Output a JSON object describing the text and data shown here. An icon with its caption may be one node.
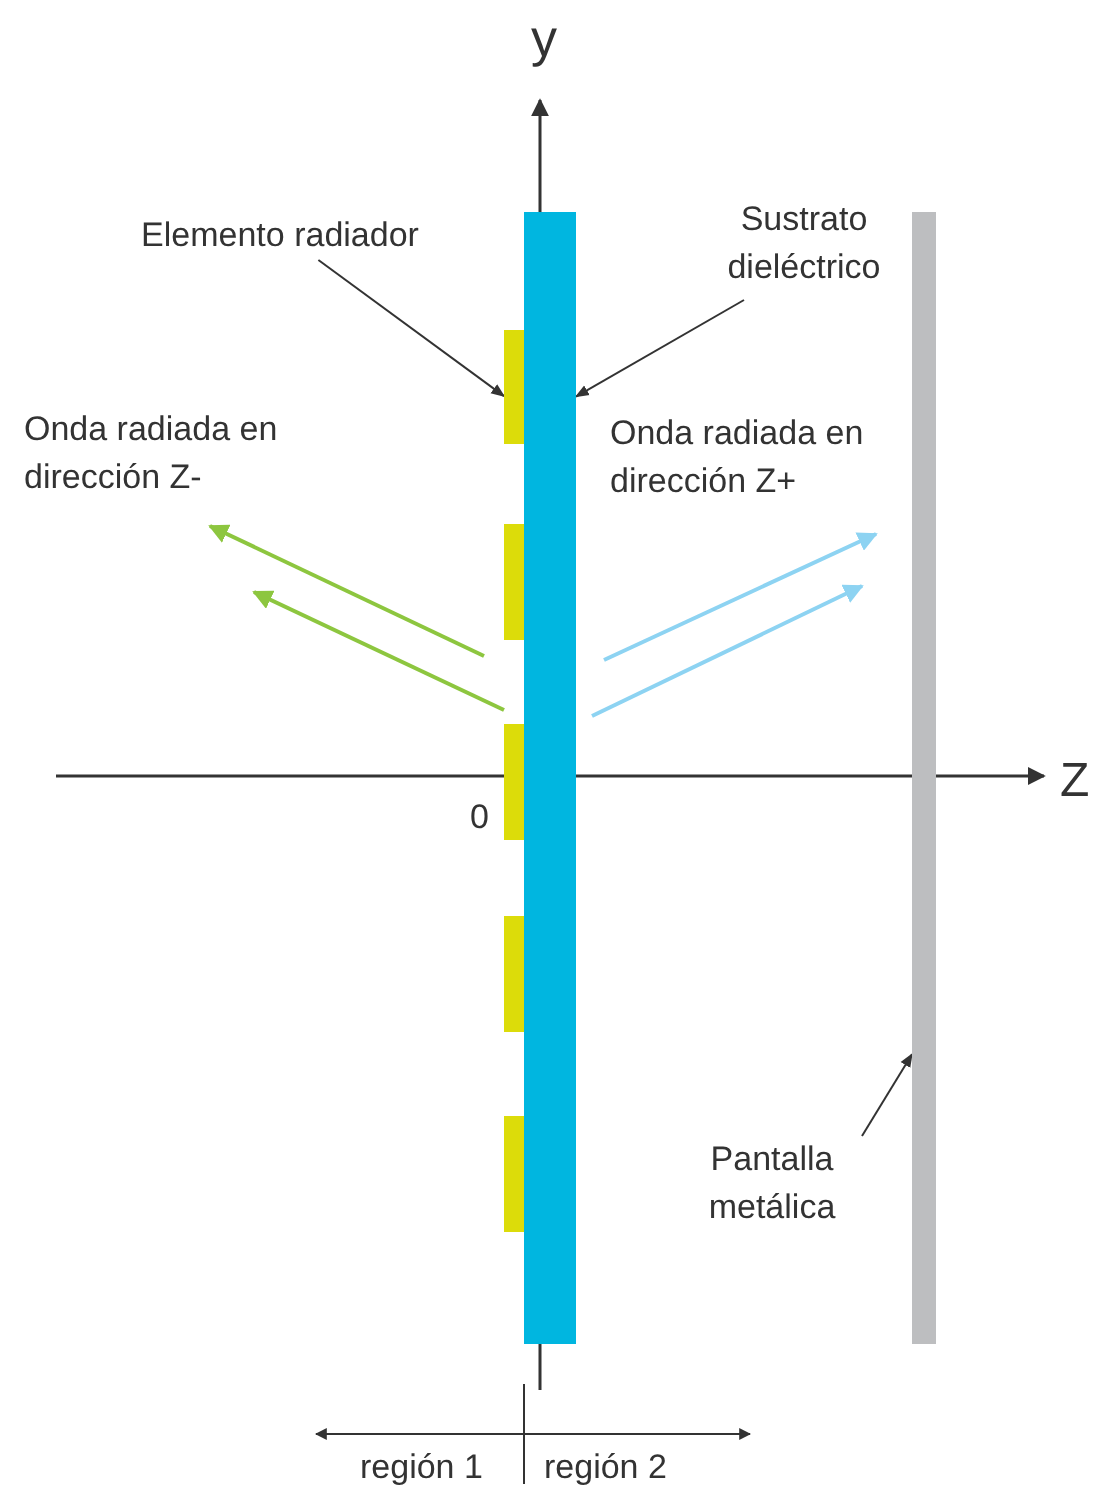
{
  "diagram": {
    "nodes": [
      {
        "text": [
          "Elemento radiador"
        ]
      },
      {
        "text": [
          "Sustrato dieléctrico"
        ]
      },
      {
        "text": [
          "Pantalla metálica"
        ]
      },
      {
        "text": [],
        "shape": "bar"
      },
      {
        "text": [],
        "shape": "bar"
      },
      {
        "text": [],
        "shape": "bar"
      },
      {
        "text": [],
        "shape": "bar"
      },
      {
        "text": [],
        "shape": "bar"
      },
      {
        "text": [],
        "shape": "bar"
      },
      {
        "text": [],
        "shape": "bar"
      }
    ],
    "edges": [
      {
        "from": 0,
        "to": 3,
        "arrow": "to"
      },
      {
        "from": 1,
        "to": 8,
        "arrow": "to"
      },
      {
        "from": 2,
        "to": 9,
        "arrow": "to"
      }
    ],
    "labels": [
      "y",
      "Onda radiada en dirección Z-",
      "Onda radiada en dirección Z+",
      "0",
      "Z",
      "región 1",
      "región 2"
    ]
  }
}
